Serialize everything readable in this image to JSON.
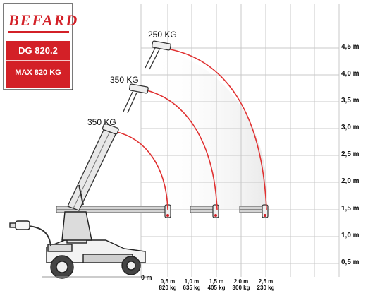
{
  "brand": {
    "name": "BEFARD",
    "model": "DG 820.2",
    "max_load": "MAX 820 KG"
  },
  "loads": {
    "top": "250 KG",
    "middle": "350 KG",
    "bottom": "350 KG"
  },
  "height_axis": [
    "4,5 m",
    "4,0 m",
    "3,5 m",
    "3,0 m",
    "2,5 m",
    "2,0 m",
    "1,5 m",
    "1,0 m",
    "0,5 m"
  ],
  "reach_axis": {
    "origin": "0 m",
    "ticks": [
      {
        "dist": "0,5 m",
        "load": "820 kg"
      },
      {
        "dist": "1,0 m",
        "load": "635 kg"
      },
      {
        "dist": "1,5 m",
        "load": "405 kg"
      },
      {
        "dist": "2,0 m",
        "load": "300 kg"
      },
      {
        "dist": "2,5 m",
        "load": "230 kg"
      }
    ]
  },
  "colors": {
    "brand_red": "#d32027",
    "arc_red": "#e03030",
    "grid": "#bfbfbf"
  }
}
